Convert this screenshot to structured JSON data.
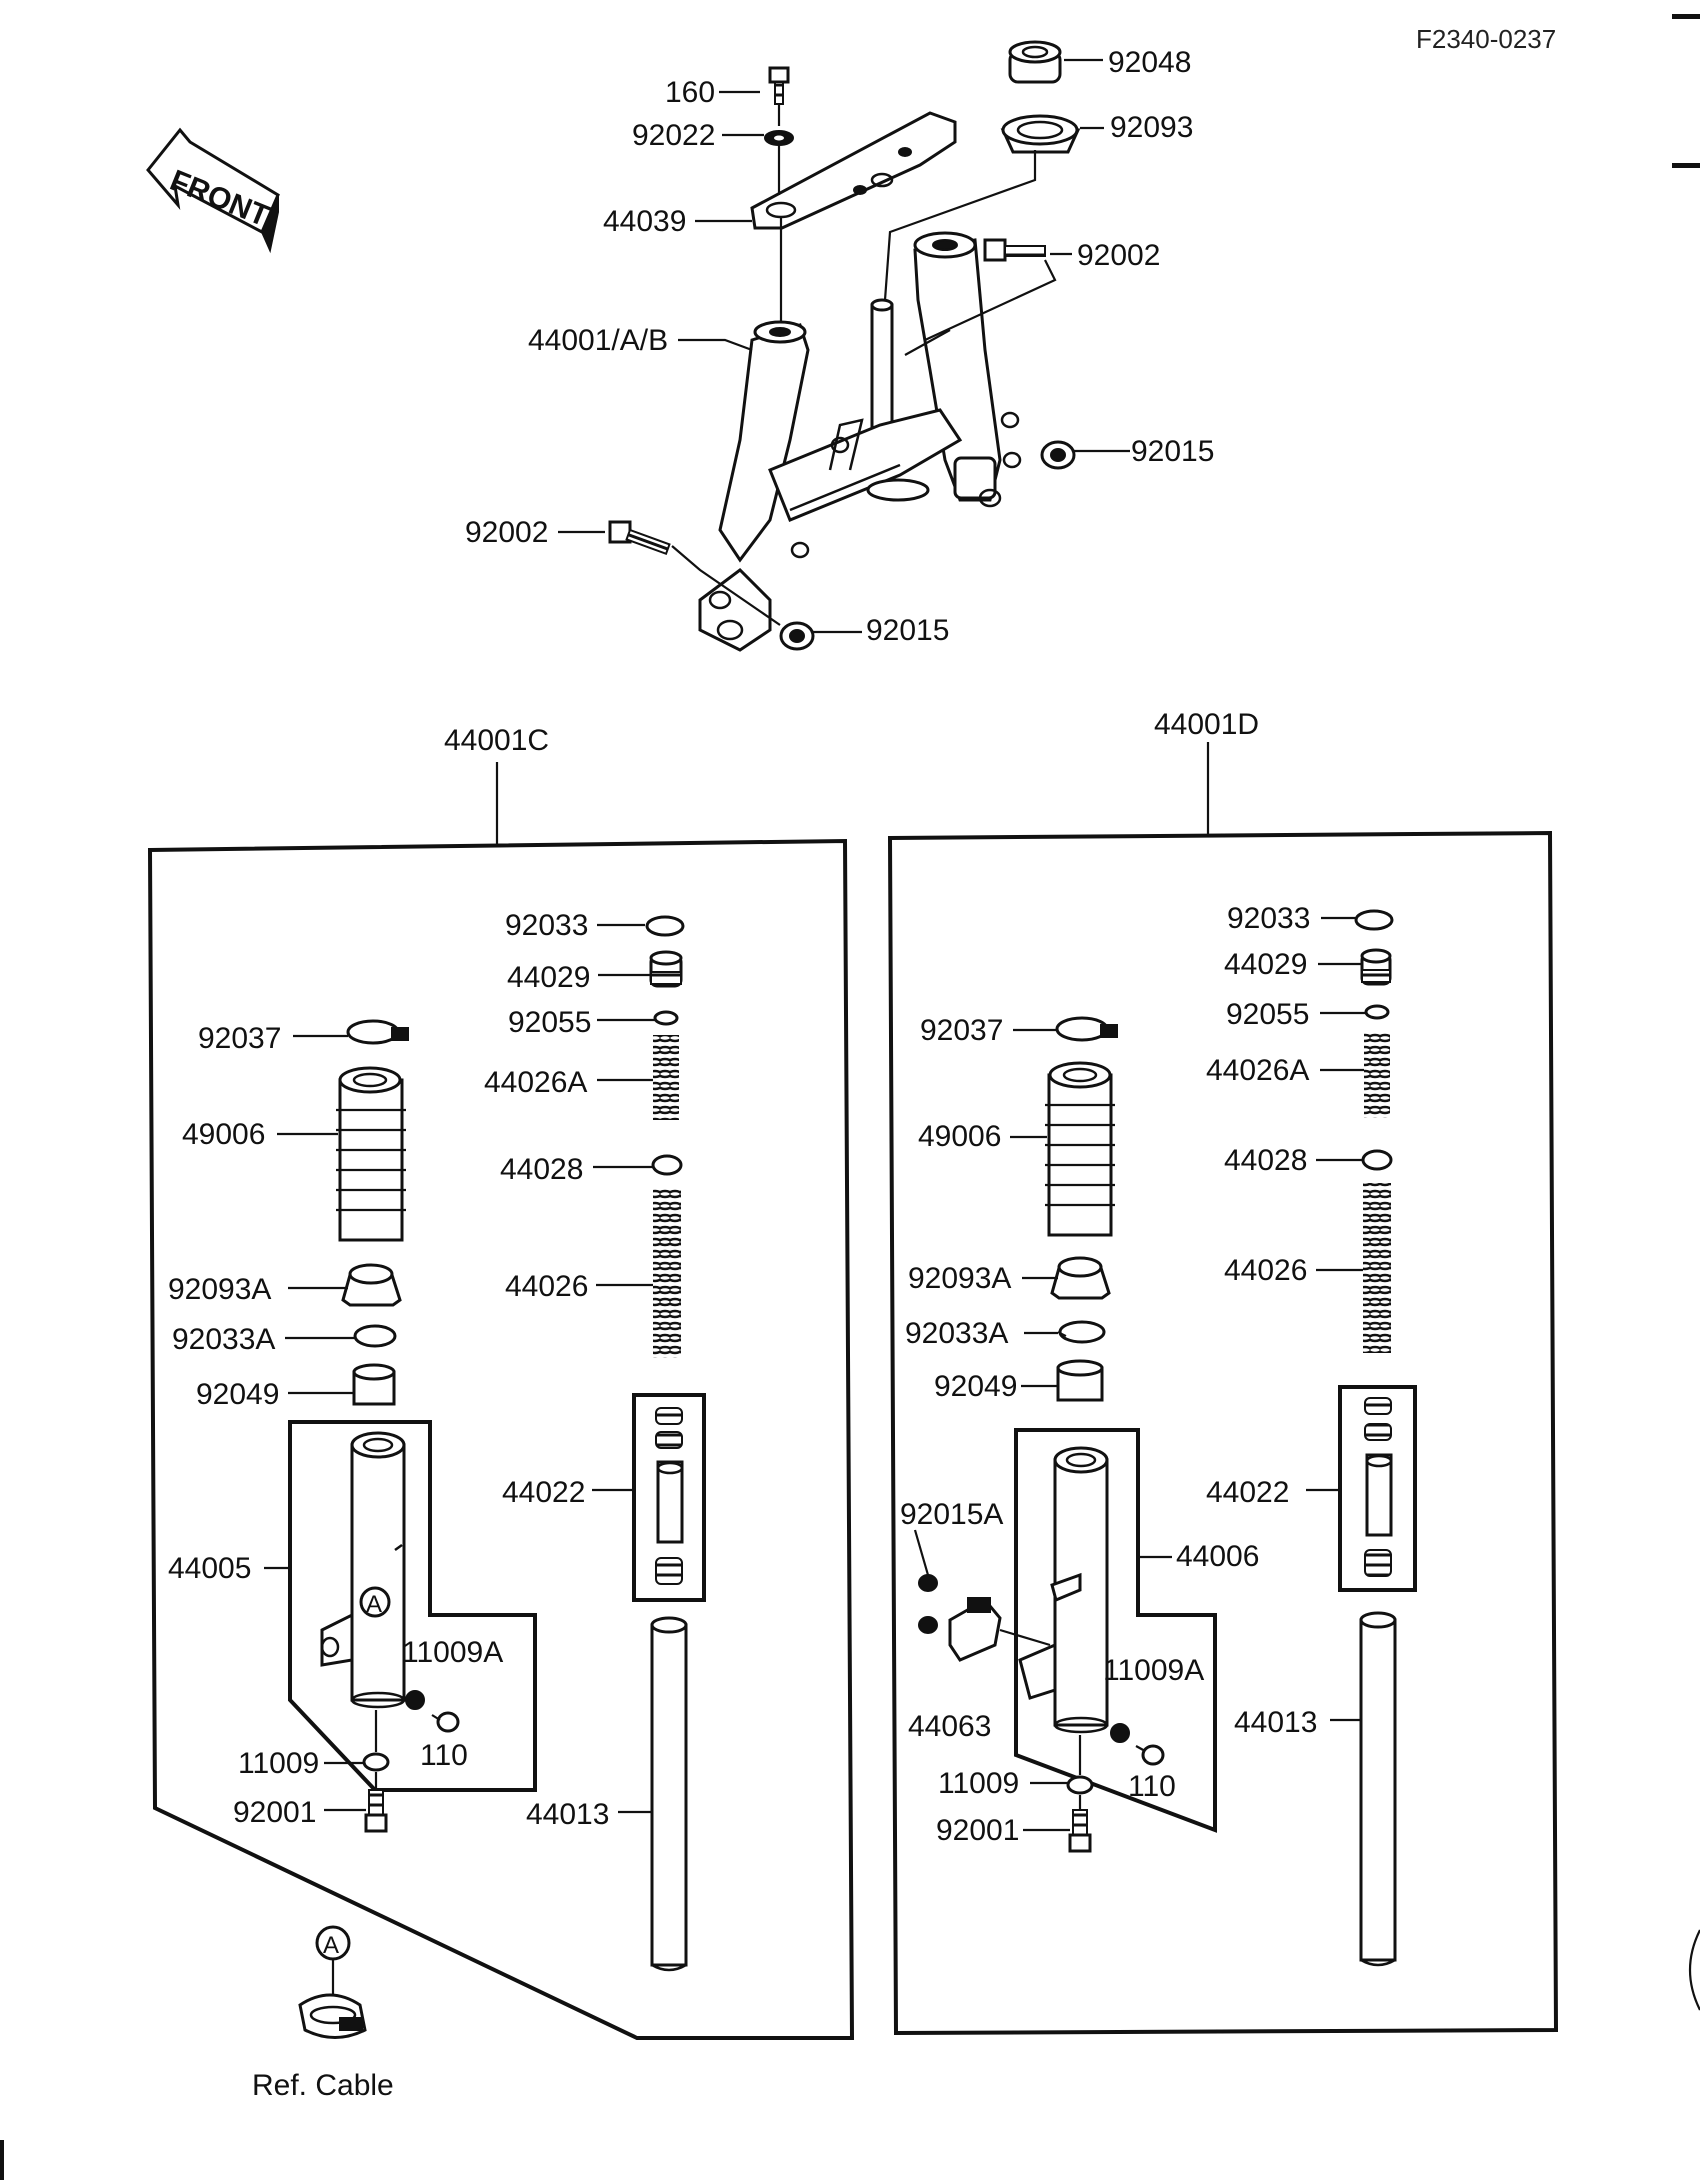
{
  "diagram_code": "F2340-0237",
  "front_label": "FRONT",
  "labels": {
    "l160": "160",
    "l92048": "92048",
    "l92022": "92022",
    "l92093": "92093",
    "l44039": "44039",
    "l92002_top": "92002",
    "l44001ab": "44001/A/B",
    "l92015_right": "92015",
    "l92002_left": "92002",
    "l92015_bottom": "92015",
    "l44001c": "44001C",
    "l44001d": "44001D",
    "c92033": "92033",
    "c44029": "44029",
    "c92055": "92055",
    "c44026a": "44026A",
    "c44028": "44028",
    "c44026": "44026",
    "c44022": "44022",
    "c44013": "44013",
    "c92037": "92037",
    "c49006": "49006",
    "c92093a": "92093A",
    "c92033a": "92033A",
    "c92049": "92049",
    "c44005": "44005",
    "c11009a": "11009A",
    "c110": "110",
    "c11009": "11009",
    "c92001": "92001",
    "c_circle_a": "A",
    "d92033": "92033",
    "d44029": "44029",
    "d92055": "92055",
    "d44026a": "44026A",
    "d44028": "44028",
    "d44026": "44026",
    "d44022": "44022",
    "d44013": "44013",
    "d92037": "92037",
    "d49006": "49006",
    "d92093a": "92093A",
    "d92033a": "92033A",
    "d92049": "92049",
    "d92015a": "92015A",
    "d44006": "44006",
    "d44063": "44063",
    "d11009a": "11009A",
    "d110": "110",
    "d11009": "11009",
    "d92001": "92001",
    "ref_circle_a": "A",
    "ref_cable": "Ref.  Cable"
  }
}
